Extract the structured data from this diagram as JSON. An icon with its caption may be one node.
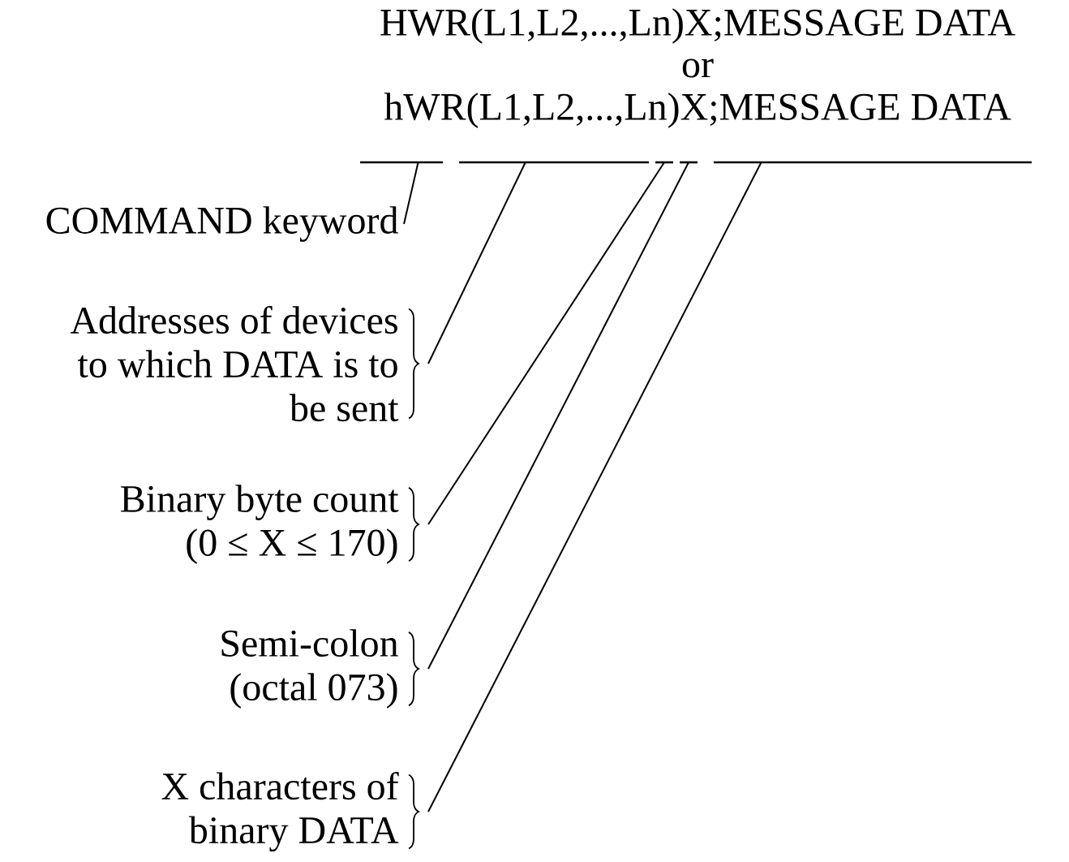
{
  "diagram": {
    "nodes": [
      {
        "text": [],
        "shape": "line"
      },
      {
        "text": [],
        "shape": "line"
      },
      {
        "text": [],
        "shape": "line"
      },
      {
        "text": [],
        "shape": "line"
      },
      {
        "text": [],
        "shape": "line"
      },
      {
        "text": [
          "COMMAND keyword"
        ]
      },
      {
        "text": [
          "Addresses of devices to which DATA is to be sent"
        ]
      },
      {
        "text": [
          "Binary byte count (0 ≤ X ≤ 170)"
        ]
      },
      {
        "text": [
          "Semi-colon (octal 073)"
        ]
      },
      {
        "text": [
          "X characters of binary DATA"
        ]
      }
    ],
    "edges": [
      {
        "from": 5,
        "to": 0,
        "arrow": "none"
      },
      {
        "from": 6,
        "to": 1,
        "arrow": "none"
      },
      {
        "from": 7,
        "to": 2,
        "arrow": "none"
      },
      {
        "from": 8,
        "to": 3,
        "arrow": "none"
      },
      {
        "from": 9,
        "to": 4,
        "arrow": "none"
      }
    ],
    "labels": [
      "HWR(L1,L2,...,Ln)X;MESSAGE DATA",
      "or",
      "hWR(L1,L2,...,Ln)X;MESSAGE DATA"
    ]
  }
}
